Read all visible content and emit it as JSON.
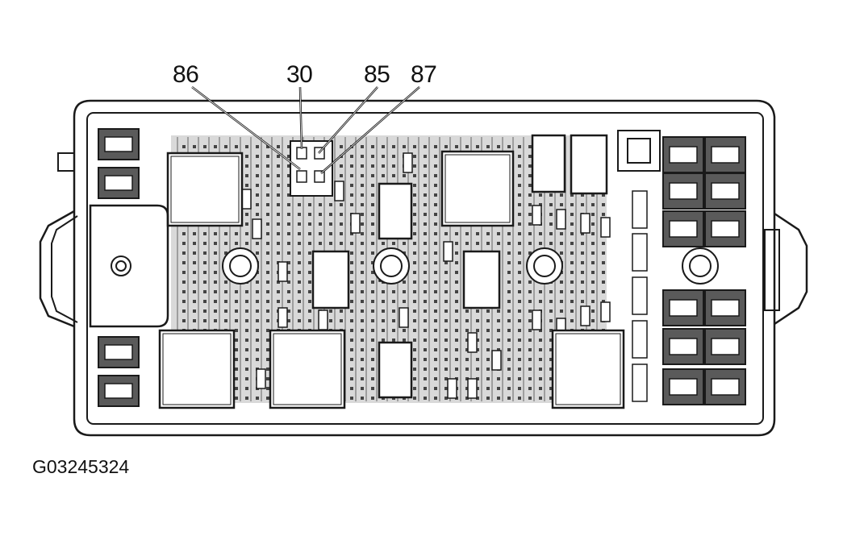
{
  "terminals": [
    "86",
    "30",
    "85",
    "87"
  ],
  "figure_id": "G03245324",
  "colors": {
    "line": "#1a1a1a",
    "fill_dark": "#5a5a5a",
    "fill_light": "#ffffff",
    "grid": "#d9d9d9"
  }
}
